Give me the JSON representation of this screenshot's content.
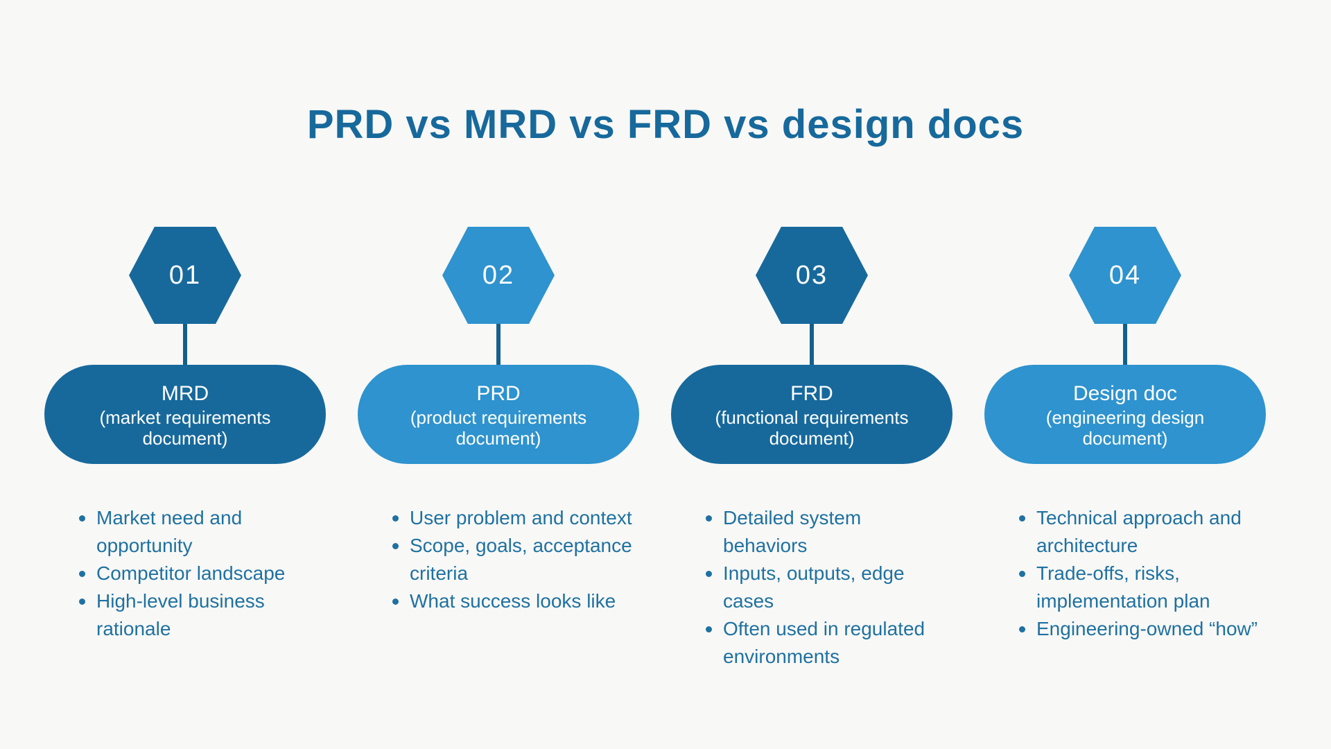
{
  "title": "PRD vs MRD vs FRD vs design docs",
  "colors": {
    "background": "#f8f8f6",
    "dark_blue": "#17699c",
    "light_blue": "#2e93ce",
    "connector_blue": "#14608c",
    "text_blue": "#1f71a1",
    "pill_text": "#ffffff"
  },
  "columns": [
    {
      "number": "01",
      "theme": "dark",
      "pill_title": "MRD",
      "pill_subtitle": "(market requirements document)",
      "bullets": [
        "Market need and opportunity",
        "Competitor landscape",
        "High-level business rationale"
      ]
    },
    {
      "number": "02",
      "theme": "light",
      "pill_title": "PRD",
      "pill_subtitle": "(product requirements document)",
      "bullets": [
        "User problem and context",
        "Scope, goals, acceptance criteria",
        "What success looks like"
      ]
    },
    {
      "number": "03",
      "theme": "dark",
      "pill_title": "FRD",
      "pill_subtitle": "(functional requirements document)",
      "bullets": [
        "Detailed system behaviors",
        "Inputs, outputs, edge cases",
        "Often used in regulated environments"
      ]
    },
    {
      "number": "04",
      "theme": "light",
      "pill_title": "Design doc",
      "pill_subtitle": "(engineering design document)",
      "bullets": [
        "Technical approach and architecture",
        "Trade-offs, risks, implementation plan",
        "Engineering-owned “how”"
      ]
    }
  ]
}
